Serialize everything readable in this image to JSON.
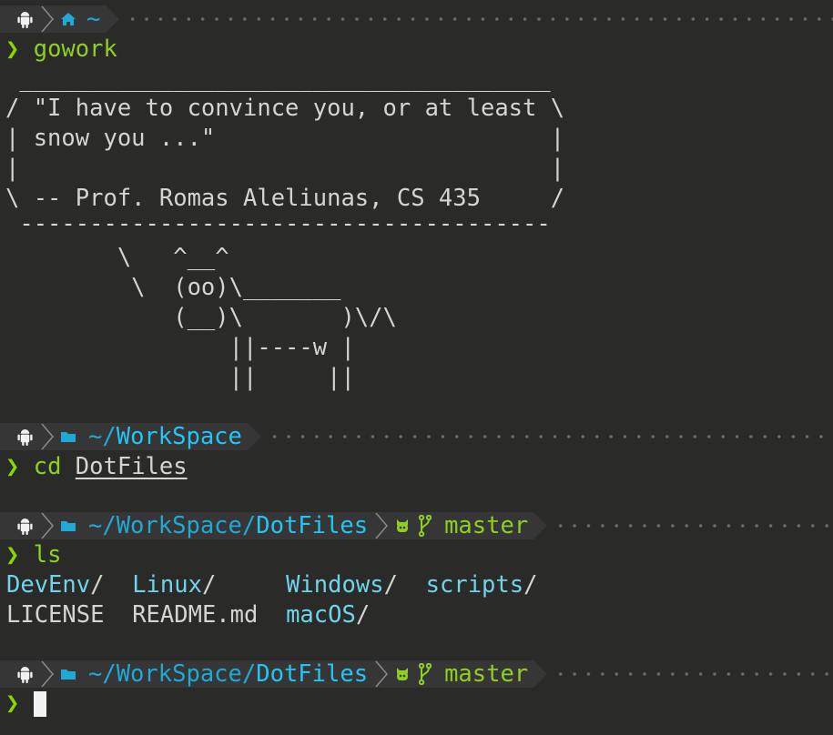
{
  "prompt_chevron": "❯",
  "colors": {
    "background": "#2a2a28",
    "segment": "#363636",
    "path": "#1fa9d6",
    "path_current": "#22c6f5",
    "git": "#8fcf1f",
    "prompt": "#87d700",
    "dir": "#6fd3ea"
  },
  "prompts": [
    {
      "home_icon": "home-icon",
      "path": "~",
      "current": ""
    },
    {
      "path": "~/",
      "current": "WorkSpace"
    },
    {
      "path": "~/WorkSpace/",
      "current": "DotFiles",
      "branch": "master"
    },
    {
      "path": "~/WorkSpace/",
      "current": "DotFiles",
      "branch": "master"
    }
  ],
  "commands": [
    {
      "cmd": "gowork"
    },
    {
      "cmd": "cd",
      "arg": "DotFiles"
    },
    {
      "cmd": "ls"
    }
  ],
  "cowsay": [
    " ______________________________________",
    "/ \"I have to convince you, or at least \\",
    "| snow you ...\"                        |",
    "|                                      |",
    "\\ -- Prof. Romas Aleliunas, CS 435     /",
    " --------------------------------------",
    "        \\   ^__^",
    "         \\  (oo)\\_______",
    "            (__)\\       )\\/\\",
    "                ||----w |",
    "                ||     ||"
  ],
  "ls_output": {
    "row1": [
      {
        "name": "DevEnv",
        "slash": "/",
        "pad": "  "
      },
      {
        "name": "Linux",
        "slash": "/",
        "pad": "     "
      },
      {
        "name": "Windows",
        "slash": "/",
        "pad": "  "
      },
      {
        "name": "scripts",
        "slash": "/",
        "pad": ""
      }
    ],
    "row2": {
      "file1": "LICENSE",
      "pad1": "  ",
      "file2": "README.md",
      "pad2": "  ",
      "dir": "macOS",
      "slash": "/"
    }
  }
}
